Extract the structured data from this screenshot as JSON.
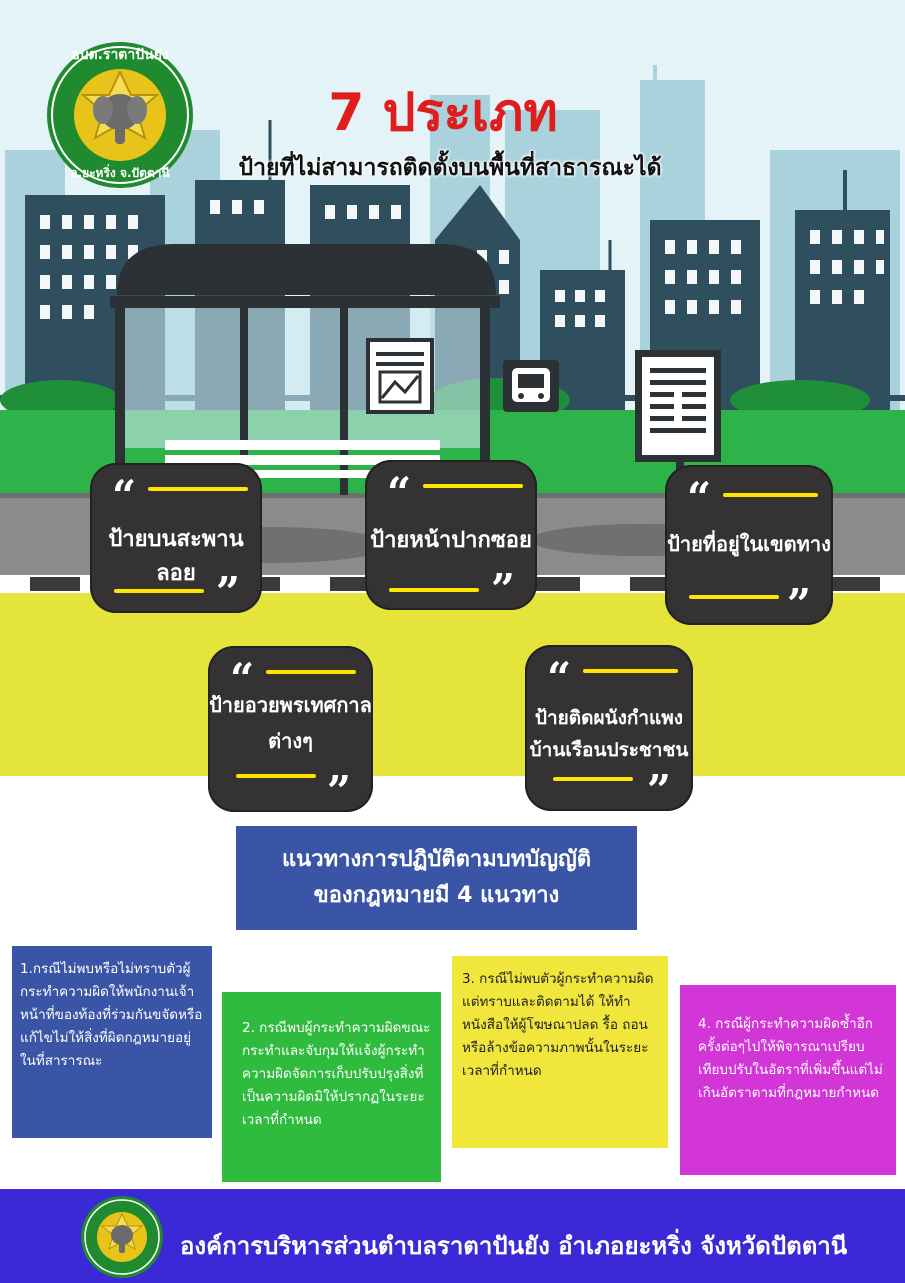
{
  "header": {
    "title": "7 ประเภท",
    "subtitle": "ป้ายที่ไม่สามารถติดตั้งบนพื้นที่สาธารณะได้"
  },
  "logo": {
    "top_text": "อบต.ราตาปันยัง",
    "bottom_text": "อ.ยะหริ่ง จ.ปัตตานี"
  },
  "sign_types": [
    {
      "label": "ป้ายบนสะพานลอย"
    },
    {
      "label": "ป้ายหน้าปากซอย"
    },
    {
      "label": "ป้ายที่อยู่ในเขตทาง"
    },
    {
      "label_line1": "ป้ายอวยพรเทศกาล",
      "label_line2": "ต่างๆ"
    },
    {
      "label_line1": "ป้ายติดผนังกำแพง",
      "label_line2": "บ้านเรือนประชาชน"
    }
  ],
  "quote_open": "“",
  "quote_close": "”",
  "guidelines": {
    "heading_line1": "แนวทางการปฏิบัติตามบทบัญญัติ",
    "heading_line2": "ของกฎหมายมี 4 แนวทาง",
    "items": [
      {
        "text": "1.กรณีไม่พบหรือไม่ทราบตัวผู้กระทำความผิดให้พนักงานเจ้าหน้าที่ของท้องที่ร่วมกันขจัดหรือแก้ไขไม่ให้สิ่งที่ผิดกฎหมายอยู่ในที่สารารณะ"
      },
      {
        "text": "2. กรณีพบผู้กระทำความผิดขณะกระทำและจับกุมให้แจ้งผู้กระทำความผิดจัดการเก็บปรับปรุงสิ่งที่เป็นความผิดมิให้ปรากฏในระยะเวลาที่กำหนด"
      },
      {
        "text": "3. กรณีไม่พบตัวผู้กระทำความผิดแต่ทราบและติดตามได้ ให้ทำหนังสือให้ผู้โฆษณาปลด รื้อ ถอน หรือล้างข้อความภาพนั้นในระยะเวลาที่กำหนด"
      },
      {
        "text": "4. กรณีผู้กระทำความผิดซ้ำอีกครั้งต่อๆไปให้พิจารณาเปรียบเทียบปรับในอัตราที่เพิ่มขึ้นแต่ไม่เกินอัตราตามที่กฎหมายกำหนด"
      }
    ]
  },
  "footer": {
    "text": "องค์การบริหารส่วนตำบลราตาปันยัง  อำเภอยะหริ่ง  จังหวัดปัตตานี"
  },
  "colors": {
    "title_red": "#e01d1d",
    "sky": "#e4f3f8",
    "grass": "#2db34a",
    "road": "#8b8b8b",
    "yellow_band": "#e4e43a",
    "bubble": "#343233",
    "quote_line": "#ffe500",
    "guide_blue": "#3a55a5",
    "card_blue": "#3b55a6",
    "card_green": "#2fbb3e",
    "card_yellow": "#f1e63c",
    "card_magenta": "#d336d6",
    "footer_blue": "#3b28d6",
    "seal_green": "#1f8a2e",
    "seal_gold": "#e8c41a"
  },
  "icons": [
    "bus-stop-sign-icon",
    "notice-board-icon",
    "poster-icon",
    "elephant-seal-icon"
  ]
}
